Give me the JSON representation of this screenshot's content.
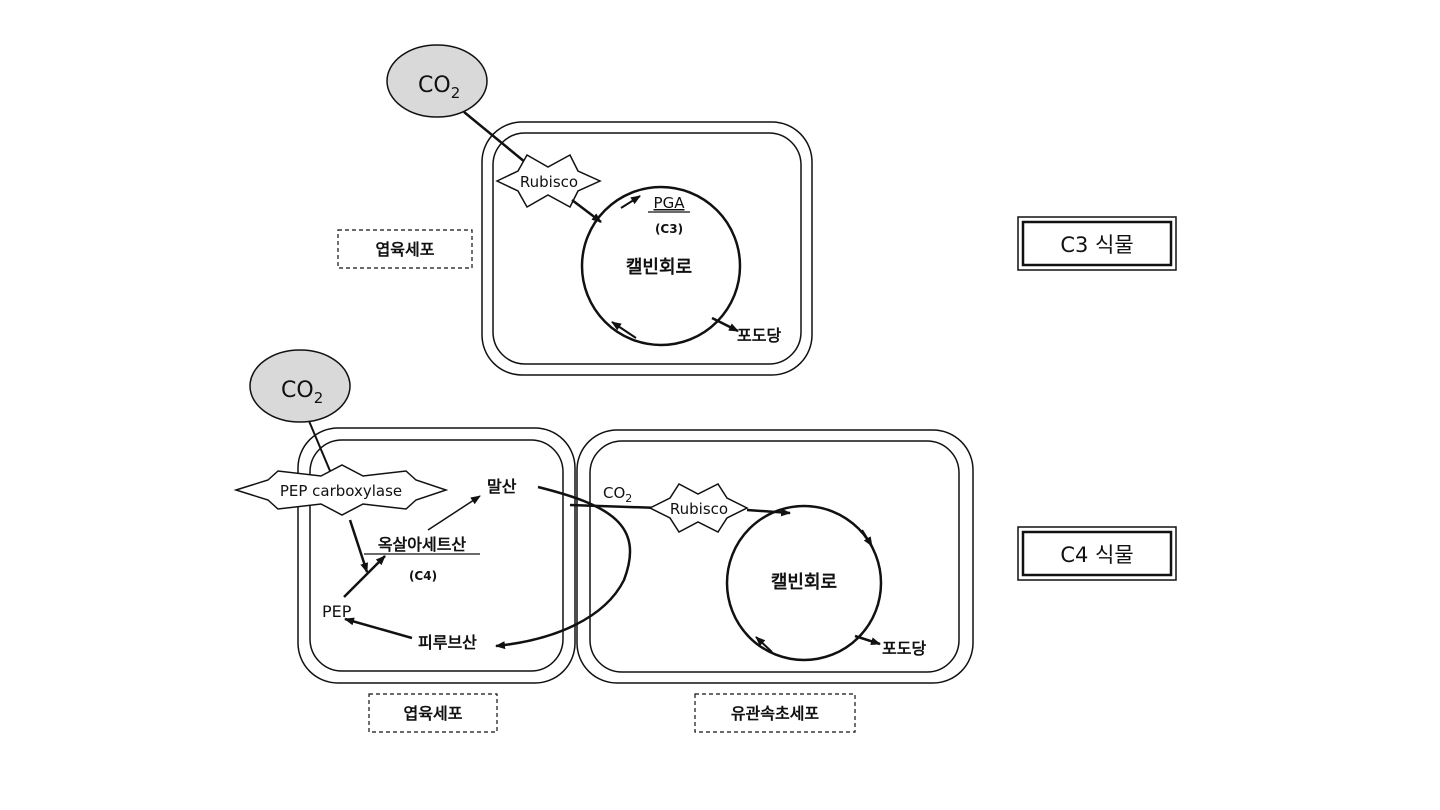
{
  "c3": {
    "co2": "CO",
    "co2_sub": "2",
    "enzyme": "Rubisco",
    "pga": "PGA",
    "pga_carbons": "(C3)",
    "cycle": "캘빈회로",
    "product": "포도당",
    "cell_label": "엽육세포",
    "plant_label": "C3 식물"
  },
  "c4": {
    "co2": "CO",
    "co2_sub": "2",
    "enzyme1": "PEP carboxylase",
    "oaa": "옥살아세트산",
    "oaa_carbons": "(C4)",
    "malate": "말산",
    "pep": "PEP",
    "pyruvate": "피루브산",
    "co2_bundle": "CO",
    "co2_bundle_sub": "2",
    "enzyme2": "Rubisco",
    "cycle": "캘빈회로",
    "product": "포도당",
    "mesophyll_label": "엽육세포",
    "bundle_label": "유관속초세포",
    "plant_label": "C4 식물"
  },
  "colors": {
    "co2_fill": "#d9d9d9",
    "line": "#111111"
  }
}
